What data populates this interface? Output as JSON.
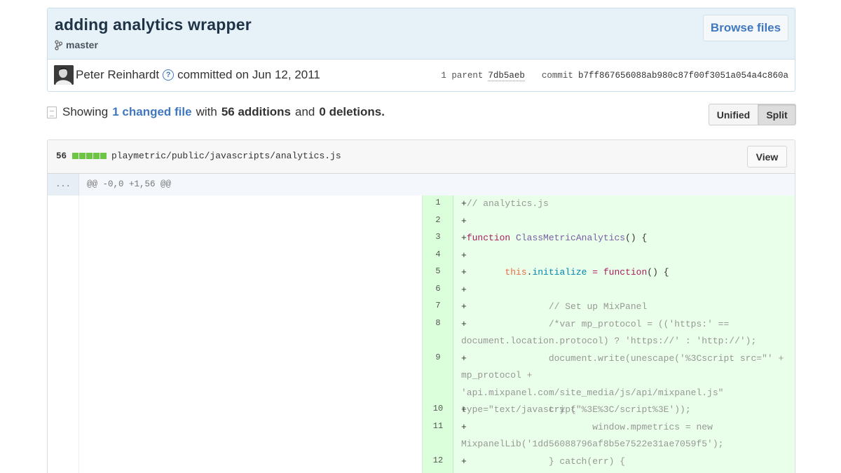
{
  "commit": {
    "title": "adding analytics wrapper",
    "branch": "master",
    "browse_label": "Browse files",
    "author": "Peter Reinhardt",
    "committed_text": "committed on Jun 12, 2011",
    "parent_label": "1 parent",
    "parent_sha": "7db5aeb",
    "commit_label": "commit",
    "commit_sha": "b7ff867656088ab980c87f00f3051a054a4c860a"
  },
  "summary": {
    "showing": "Showing",
    "changed_files": "1 changed file",
    "with": "with",
    "additions": "56 additions",
    "and": "and",
    "deletions": "0 deletions",
    "period": "."
  },
  "view_toggle": {
    "unified": "Unified",
    "split": "Split",
    "selected": "Split"
  },
  "file": {
    "changes_count": "56",
    "path": "playmetric/public/javascripts/analytics.js",
    "view_label": "View",
    "hunk_expander": "...",
    "hunk_header": "@@ -0,0 +1,56 @@",
    "diffstat_colors": [
      "#6cc644",
      "#6cc644",
      "#6cc644",
      "#6cc644",
      "#6cc644"
    ]
  },
  "lines": [
    {
      "num": "1"
    },
    {
      "num": "2"
    },
    {
      "num": "3"
    },
    {
      "num": "4"
    },
    {
      "num": "5"
    },
    {
      "num": "6"
    },
    {
      "num": "7"
    },
    {
      "num": "8"
    },
    {
      "num": "9"
    },
    {
      "num": "10"
    },
    {
      "num": "11"
    },
    {
      "num": "12"
    }
  ],
  "code": {
    "l1": {
      "plus": "+",
      "comment": "// analytics.js"
    },
    "l2": {
      "plus": "+"
    },
    "l3": {
      "plus": "+",
      "keyword": "function",
      "name": "ClassMetricAnalytics",
      "rest": "() {"
    },
    "l4": {
      "plus": "+"
    },
    "l5": {
      "plus": "+",
      "indent": "       ",
      "this": "this",
      "dot": ".",
      "prop": "initialize",
      "eq": " = ",
      "keyword": "function",
      "rest": "() {"
    },
    "l6": {
      "plus": "+"
    },
    "l7": {
      "plus": "+",
      "indent": "               ",
      "comment": "// Set up MixPanel"
    },
    "l8": {
      "plus": "+",
      "indent": "               ",
      "comment": "/*var mp_protocol = (('https:' == document.location.protocol) ? 'https://' : 'http://');"
    },
    "l9": {
      "plus": "+",
      "text": "               document.write(unescape('%3Cscript src=\"' + mp_protocol + 'api.mixpanel.com/site_media/js/api/mixpanel.js\" type=\"text/javascript\"%3E%3C/script%3E'));"
    },
    "l10": {
      "plus": "+",
      "text": "               try {"
    },
    "l11": {
      "plus": "+",
      "text": "                       window.mpmetrics = new MixpanelLib('1dd56088796af8b5e7522e31ae7059f5');"
    },
    "l12": {
      "plus": "+",
      "text": "               } catch(err) {"
    }
  }
}
